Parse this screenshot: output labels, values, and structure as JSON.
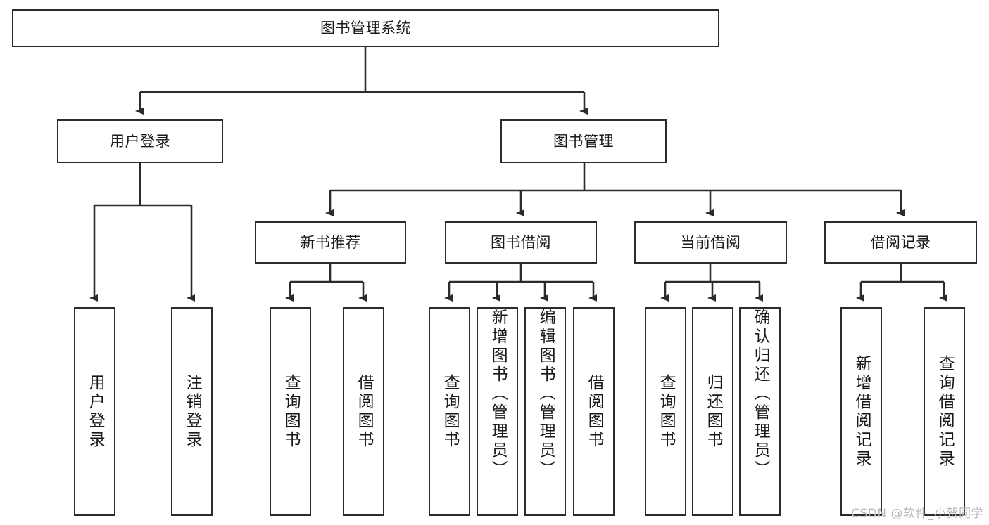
{
  "diagram": {
    "type": "tree",
    "title": "图书管理系统",
    "watermark": "CSDN @软件_小贺同学",
    "colors": {
      "box_border": "#2b2b2b",
      "box_fill": "#ffffff",
      "connector": "#2b2b2b",
      "text": "#1a1a1a",
      "watermark": "#b9b9b9"
    },
    "nodes": {
      "root": {
        "label": "图书管理系统",
        "level": 1,
        "orientation": "horizontal"
      },
      "l2_user_login": {
        "label": "用户登录",
        "level": 2,
        "orientation": "horizontal"
      },
      "l2_book_manage": {
        "label": "图书管理",
        "level": 2,
        "orientation": "horizontal"
      },
      "l3_new_book": {
        "label": "新书推荐",
        "level": 3,
        "orientation": "horizontal"
      },
      "l3_borrow": {
        "label": "图书借阅",
        "level": 3,
        "orientation": "horizontal"
      },
      "l3_current": {
        "label": "当前借阅",
        "level": 3,
        "orientation": "horizontal"
      },
      "l3_record": {
        "label": "借阅记录",
        "level": 3,
        "orientation": "horizontal"
      },
      "leaf_user_login": {
        "label": "用户登录",
        "level": 4,
        "orientation": "vertical"
      },
      "leaf_logout": {
        "label": "注销登录",
        "level": 4,
        "orientation": "vertical"
      },
      "leaf_query_book_1": {
        "label": "查询图书",
        "level": 4,
        "orientation": "vertical"
      },
      "leaf_borrow_book_1": {
        "label": "借阅图书",
        "level": 4,
        "orientation": "vertical"
      },
      "leaf_query_book_2": {
        "label": "查询图书",
        "level": 4,
        "orientation": "vertical"
      },
      "leaf_add_book": {
        "label": "新增图书（管理员）",
        "level": 4,
        "orientation": "vertical"
      },
      "leaf_edit_book": {
        "label": "编辑图书（管理员）",
        "level": 4,
        "orientation": "vertical"
      },
      "leaf_borrow_book_2": {
        "label": "借阅图书",
        "level": 4,
        "orientation": "vertical"
      },
      "leaf_query_book_3": {
        "label": "查询图书",
        "level": 4,
        "orientation": "vertical"
      },
      "leaf_return_book": {
        "label": "归还图书",
        "level": 4,
        "orientation": "vertical"
      },
      "leaf_confirm_return": {
        "label": "确认归还（管理员）",
        "level": 4,
        "orientation": "vertical"
      },
      "leaf_add_record": {
        "label": "新增借阅记录",
        "level": 4,
        "orientation": "vertical"
      },
      "leaf_query_record": {
        "label": "查询借阅记录",
        "level": 4,
        "orientation": "vertical"
      }
    },
    "edges": [
      {
        "from": "root",
        "to": "l2_user_login"
      },
      {
        "from": "root",
        "to": "l2_book_manage"
      },
      {
        "from": "l2_user_login",
        "to": "leaf_user_login"
      },
      {
        "from": "l2_user_login",
        "to": "leaf_logout"
      },
      {
        "from": "l2_book_manage",
        "to": "l3_new_book"
      },
      {
        "from": "l2_book_manage",
        "to": "l3_borrow"
      },
      {
        "from": "l2_book_manage",
        "to": "l3_current"
      },
      {
        "from": "l2_book_manage",
        "to": "l3_record"
      },
      {
        "from": "l3_new_book",
        "to": "leaf_query_book_1"
      },
      {
        "from": "l3_new_book",
        "to": "leaf_borrow_book_1"
      },
      {
        "from": "l3_borrow",
        "to": "leaf_query_book_2"
      },
      {
        "from": "l3_borrow",
        "to": "leaf_add_book"
      },
      {
        "from": "l3_borrow",
        "to": "leaf_edit_book"
      },
      {
        "from": "l3_borrow",
        "to": "leaf_borrow_book_2"
      },
      {
        "from": "l3_current",
        "to": "leaf_query_book_3"
      },
      {
        "from": "l3_current",
        "to": "leaf_return_book"
      },
      {
        "from": "l3_current",
        "to": "leaf_confirm_return"
      },
      {
        "from": "l3_record",
        "to": "leaf_add_record"
      },
      {
        "from": "l3_record",
        "to": "leaf_query_record"
      }
    ]
  }
}
